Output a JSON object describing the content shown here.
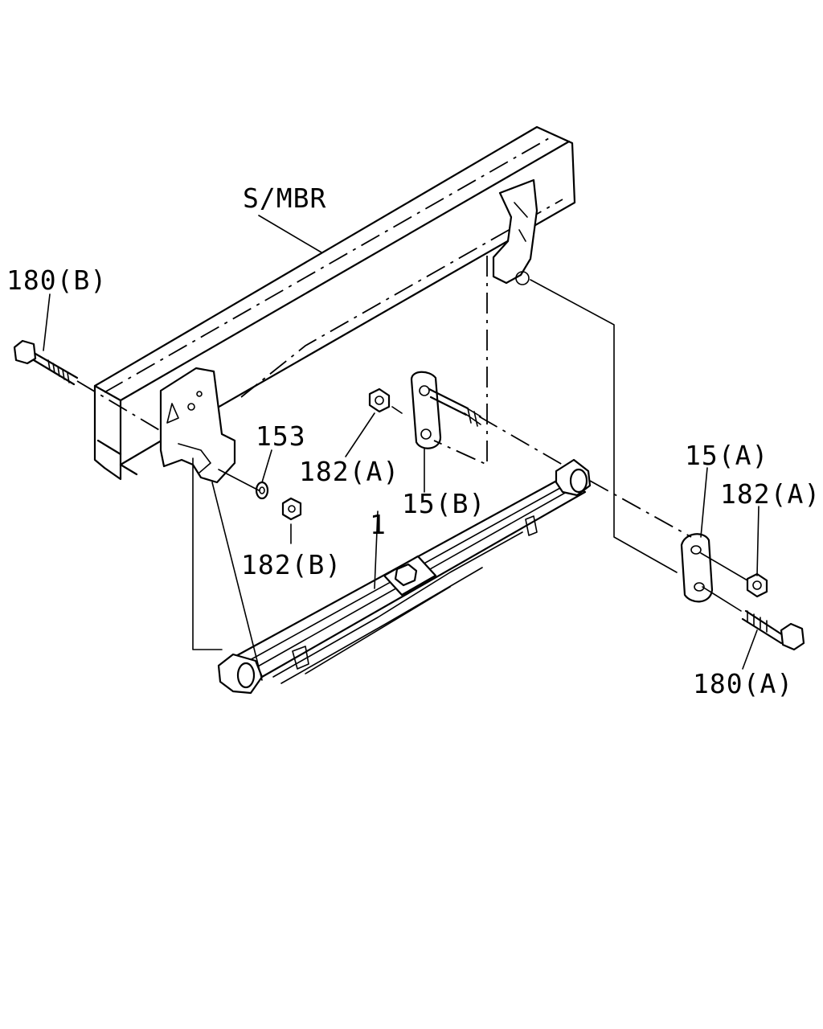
{
  "labels": {
    "frame_member": "S/MBR",
    "bolt_b": "180(B)",
    "washer": "153",
    "nut_a_center": "182(A)",
    "plate_b": "15(B)",
    "plate_a": "15(A)",
    "nut_a_right": "182(A)",
    "nut_b": "182(B)",
    "leaf_spring": "1",
    "bolt_a": "180(A)"
  }
}
